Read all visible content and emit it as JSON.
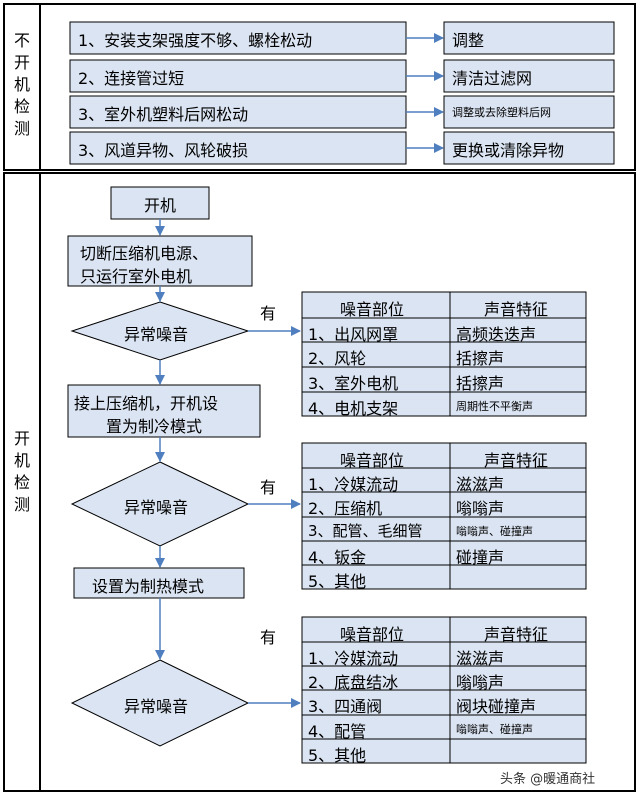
{
  "sections": {
    "top_label": "不开机检测",
    "bottom_label": "开机检测"
  },
  "no_power_checks": [
    {
      "cause": "1、安装支架强度不够、螺栓松动",
      "action": "调整"
    },
    {
      "cause": "2、连接管过短",
      "action": "清洁过滤网"
    },
    {
      "cause": "3、室外机塑料后网松动",
      "action": "调整或去除塑料后网"
    },
    {
      "cause": "3、风道异物、风轮破损",
      "action": "更换或清除异物"
    }
  ],
  "flow": {
    "start": "开机",
    "step1_line1": "切断压缩机电源、",
    "step1_line2": "只运行室外电机",
    "decision1": "异常噪音",
    "step2_line1": "接上压缩机，开机设",
    "step2_line2": "置为制冷模式",
    "decision2": "异常噪音",
    "step3": "设置为制热模式",
    "decision3": "异常噪音",
    "yes_label": "有"
  },
  "tables": {
    "header_part": "噪音部位",
    "header_sound": "声音特征",
    "table1": [
      {
        "part": "1、出风网罩",
        "sound": "高频迭迭声"
      },
      {
        "part": "2、风轮",
        "sound": "括擦声"
      },
      {
        "part": "3、室外电机",
        "sound": "括擦声"
      },
      {
        "part": "4、电机支架",
        "sound": "周期性不平衡声"
      }
    ],
    "table2": [
      {
        "part": "1、冷媒流动",
        "sound": "滋滋声"
      },
      {
        "part": "2、压缩机",
        "sound": "嗡嗡声"
      },
      {
        "part": "3、配管、毛细管",
        "sound": "嗡嗡声、碰撞声"
      },
      {
        "part": "4、钣金",
        "sound": "碰撞声"
      },
      {
        "part": "5、其他",
        "sound": ""
      }
    ],
    "table3": [
      {
        "part": "1、冷媒流动",
        "sound": "滋滋声"
      },
      {
        "part": "2、底盘结冰",
        "sound": "嗡嗡声"
      },
      {
        "part": "3、四通阀",
        "sound": "阀块碰撞声"
      },
      {
        "part": "4、配管",
        "sound": "嗡嗡声、碰撞声"
      },
      {
        "part": "5、其他",
        "sound": ""
      }
    ]
  },
  "watermark": "头条 @暖通商社",
  "colors": {
    "box_fill": "#dbe4f2",
    "arrow": "#4f7fbf",
    "border": "#000000"
  }
}
